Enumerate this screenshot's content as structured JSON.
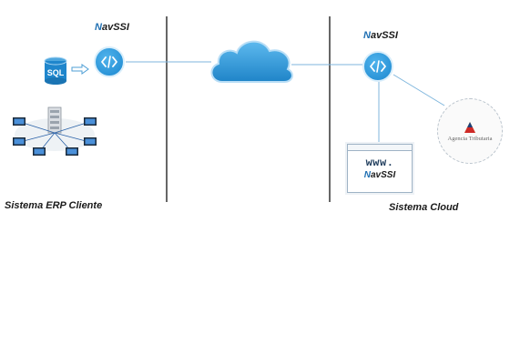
{
  "left_system": {
    "brand_initial": "N",
    "brand_rest": "avSSI",
    "sql_label": "SQL",
    "caption": "Sistema ERP Cliente",
    "icons": [
      "database-icon",
      "arrow-right-icon",
      "code-icon",
      "network-computers-icon"
    ]
  },
  "cloud_center": {
    "icon": "cloud-icon"
  },
  "right_system": {
    "brand_initial": "N",
    "brand_rest": "avSSI",
    "caption": "Sistema Cloud",
    "browser_www": "www.",
    "browser_brand_initial": "N",
    "browser_brand_rest": "avSSI",
    "agency_label": "Agencia Tributaria",
    "icons": [
      "code-icon",
      "browser-window-icon",
      "agency-logo-icon"
    ]
  },
  "colors": {
    "node_blue": "#1c87cf",
    "brand_blue": "#1f6fb2",
    "divider": "#333333",
    "link": "#7fb6dd"
  }
}
